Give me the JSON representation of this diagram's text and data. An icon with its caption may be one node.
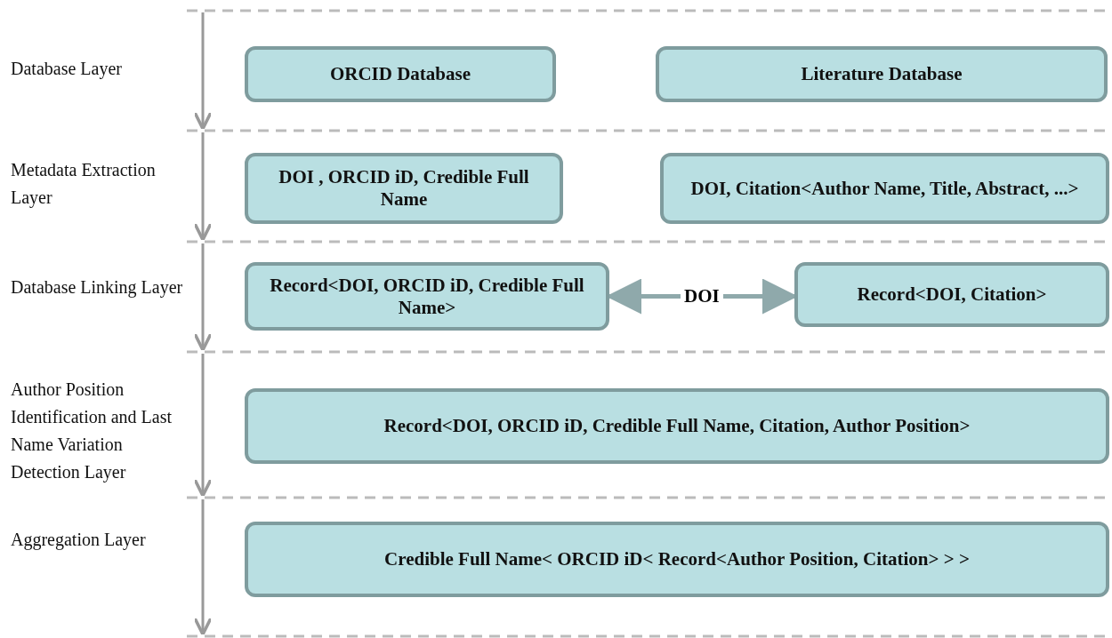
{
  "diagram": {
    "nodes": [
      {
        "text": [
          "ORCID Database"
        ]
      },
      {
        "text": [
          "Literature Database"
        ]
      },
      {
        "text": [
          "DOI , ORCID iD, Credible Full Name"
        ]
      },
      {
        "text": [
          "DOI, Citation<Author Name, Title, Abstract, ...>"
        ]
      },
      {
        "text": [
          "Record<DOI, ORCID iD, Credible Full Name>"
        ]
      },
      {
        "text": [
          "Record<DOI, Citation>"
        ]
      },
      {
        "text": [
          "Record<DOI, ORCID iD, Credible Full Name, Citation, Author Position>"
        ]
      },
      {
        "text": [
          "Credible Full Name< ORCID iD< Record<Author Position, Citation> > >"
        ]
      }
    ],
    "edges": [
      {
        "from": 4,
        "to": 5,
        "arrow": "both",
        "label": "DOI"
      }
    ],
    "labels": [
      "Database Layer",
      "Metadata Extraction Layer",
      "Database Linking Layer",
      "Author Position Identification and Last Name Variation Detection Layer",
      "Aggregation Layer"
    ]
  }
}
